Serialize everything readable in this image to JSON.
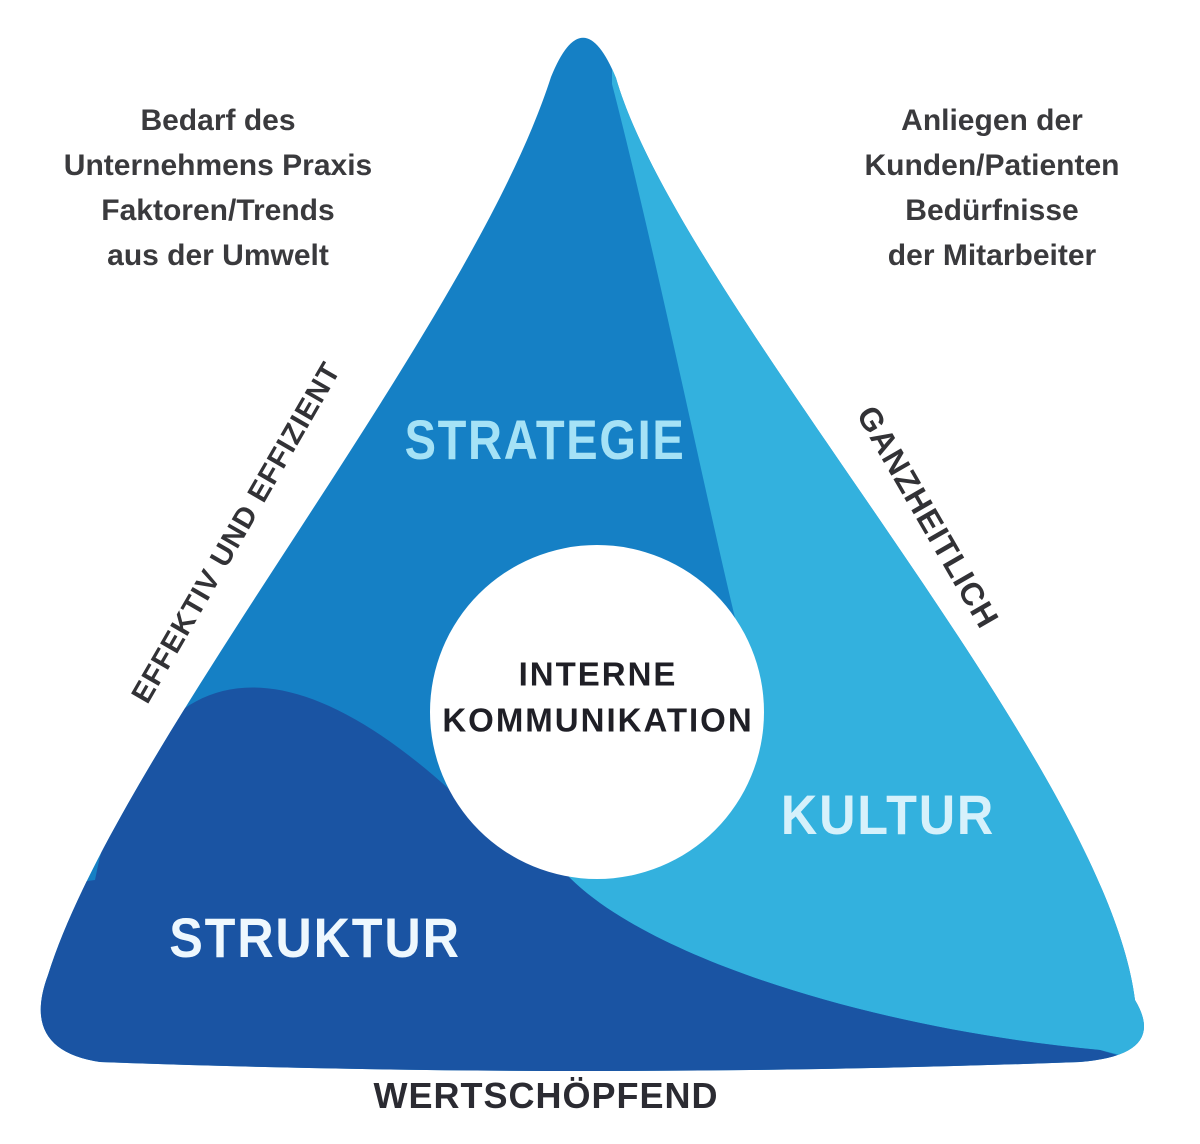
{
  "diagram": {
    "segments": {
      "strategie": {
        "label": "STRATEGIE",
        "color": "#1580c5",
        "label_color": "#a5e2f6"
      },
      "kultur": {
        "label": "KULTUR",
        "color": "#33b1de",
        "label_color": "#d6f1fb"
      },
      "struktur": {
        "label": "STRUKTUR",
        "color": "#1a54a3",
        "label_color": "#eef8fe"
      }
    },
    "center": {
      "circle_color": "#ffffff",
      "text_color": "#1f1f26",
      "lines": [
        "INTERNE",
        "KOMMUNIKATION"
      ]
    },
    "edge_labels": {
      "left": "EFFEKTIV UND EFFIZIENT",
      "right": "GANZHEITLICH",
      "bottom": "WERTSCHÖPFEND"
    },
    "notes": {
      "top_left": [
        "Bedarf des",
        "Unternehmens Praxis",
        "Faktoren/Trends",
        "aus der Umwelt"
      ],
      "top_right": [
        "Anliegen der",
        "Kunden/Patienten",
        "Bedürfnisse",
        "der Mitarbeiter"
      ]
    }
  }
}
